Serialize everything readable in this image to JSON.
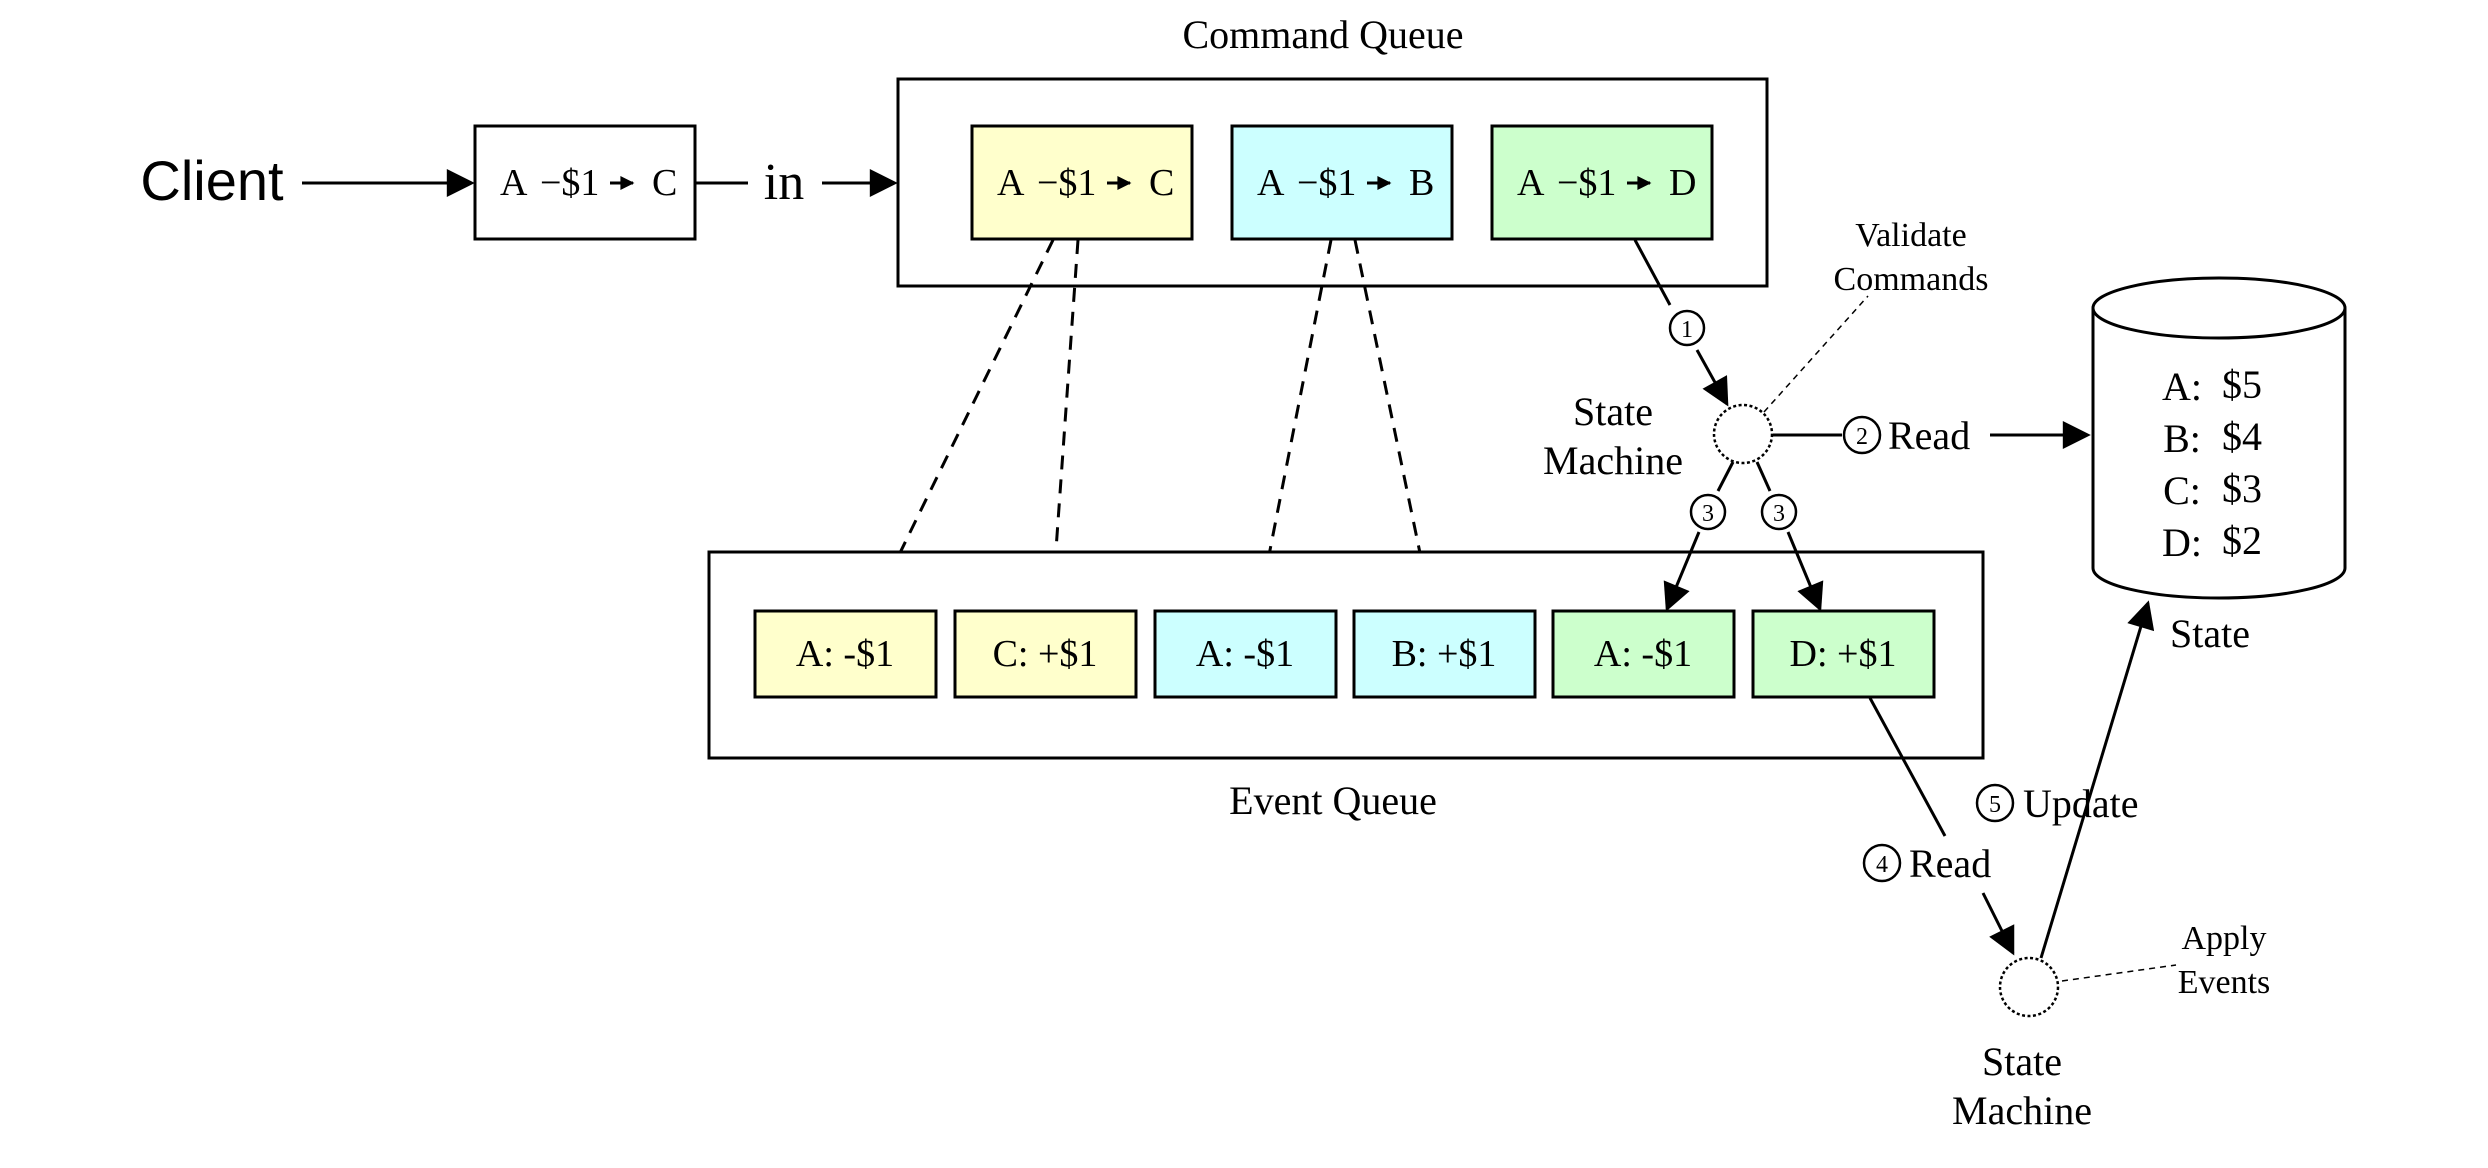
{
  "colors": {
    "yellow": "#ffffcc",
    "cyan": "#ccffff",
    "green": "#ccffcc",
    "stroke": "#000000",
    "background": "#ffffff"
  },
  "client": {
    "label": "Client",
    "command": {
      "from": "A",
      "amount": "−$1",
      "to": "C"
    },
    "in_label": "in"
  },
  "command_queue": {
    "title": "Command Queue",
    "commands": [
      {
        "from": "A",
        "amount": "−$1",
        "to": "C",
        "color": "yellow"
      },
      {
        "from": "A",
        "amount": "−$1",
        "to": "B",
        "color": "cyan"
      },
      {
        "from": "A",
        "amount": "−$1",
        "to": "D",
        "color": "green"
      }
    ]
  },
  "event_queue": {
    "title": "Event Queue",
    "events": [
      {
        "label": "A: -$1",
        "color": "yellow"
      },
      {
        "label": "C: +$1",
        "color": "yellow"
      },
      {
        "label": "A: -$1",
        "color": "cyan"
      },
      {
        "label": "B: +$1",
        "color": "cyan"
      },
      {
        "label": "A: -$1",
        "color": "green"
      },
      {
        "label": "D: +$1",
        "color": "green"
      }
    ]
  },
  "state_machine_top": {
    "label_line1": "State",
    "label_line2": "Machine",
    "note_line1": "Validate",
    "note_line2": "Commands"
  },
  "state_machine_bottom": {
    "label_line1": "State",
    "label_line2": "Machine",
    "note_line1": "Apply",
    "note_line2": "Events"
  },
  "steps": {
    "s1": {
      "num": "1"
    },
    "s2": {
      "num": "2",
      "label": "Read"
    },
    "s3a": {
      "num": "3"
    },
    "s3b": {
      "num": "3"
    },
    "s4": {
      "num": "4",
      "label": "Read"
    },
    "s5": {
      "num": "5",
      "label": "Update"
    }
  },
  "state_store": {
    "title": "State",
    "balances": [
      {
        "key": "A:",
        "value": "$5"
      },
      {
        "key": "B:",
        "value": "$4"
      },
      {
        "key": "C:",
        "value": "$3"
      },
      {
        "key": "D:",
        "value": "$2"
      }
    ]
  }
}
